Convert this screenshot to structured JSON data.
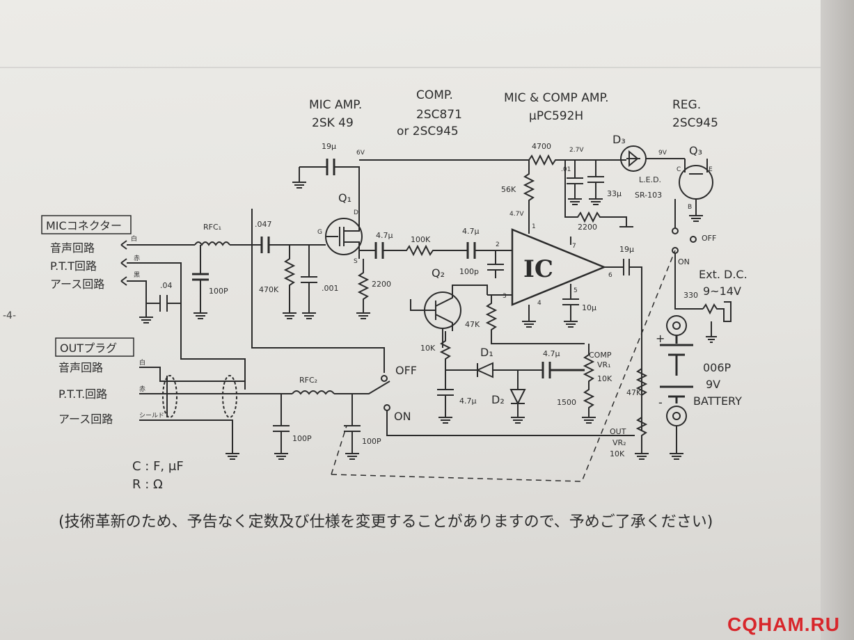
{
  "headers": {
    "mic_amp": "MIC AMP.",
    "mic_amp_part": "2SK 49",
    "comp": "COMP.",
    "comp_part1": "2SC871",
    "comp_part2": "or 2SC945",
    "mic_comp_amp": "MIC & COMP AMP.",
    "mic_comp_amp_part": "μPC592H",
    "reg": "REG.",
    "reg_part": "2SC945"
  },
  "connectors": {
    "mic": "MICコネクター",
    "out": "OUTプラグ",
    "mic_audio": "音声回路",
    "mic_ptt": "P.T.T回路",
    "mic_earth": "アース回路",
    "out_audio": "音声回路",
    "out_ptt": "P.T.T.回路",
    "out_earth": "アース回路",
    "white1": "白",
    "red1": "赤",
    "black1": "黒",
    "white2": "白",
    "red2": "赤",
    "shield": "シールド"
  },
  "components": {
    "rfc1": "RFC₁",
    "rfc2": "RFC₂",
    "c047": ".047",
    "c04": ".04",
    "c100p_1": "100P",
    "c100p_2": "100P",
    "c100p_3": "100P",
    "c100p_4": "100p",
    "r470k": "470K",
    "c001": ".001",
    "r2200_1": "2200",
    "r2200_2": "2200",
    "c19u_1": "19μ",
    "c19u_2": "19μ",
    "c47u_1": "4.7μ",
    "c47u_2": "4.7μ",
    "c47u_3": "4.7μ",
    "c47u_4": "4.7μ",
    "r100k": "100K",
    "r56k": "56K",
    "r4700": "4700",
    "c01": ".01",
    "c33u": "33μ",
    "c10u": "10μ",
    "r47k_1": "47K",
    "r47k_2": "47K",
    "r10k": "10K",
    "r330": "330",
    "r1500": "1500",
    "d1": "D₁",
    "d2": "D₂",
    "d3": "D₃",
    "q1": "Q₁",
    "q2": "Q₂",
    "q3": "Q₃",
    "ic": "IC",
    "led": "L.E.D.",
    "led_part": "SR-103",
    "comp_vr": "COMP",
    "vr1": "VR₁",
    "vr1_val": "10K",
    "out_vr": "OUT",
    "vr2": "VR₂",
    "vr2_val": "10K",
    "off1": "OFF",
    "on1": "ON",
    "off2": "OFF",
    "on2": "ON",
    "ext_dc": "Ext. D.C.",
    "ext_dc_range": "9~14V",
    "battery_type": "006P",
    "battery_volt": "9V",
    "battery": "BATTERY",
    "v6": "6V",
    "v27": "2.7V",
    "v9": "9V",
    "v47": "4.7V",
    "pin1": "1",
    "pin2": "2",
    "pin3": "3",
    "pin4": "4",
    "pin5": "5",
    "pin6": "6",
    "pin7": "7",
    "g": "G",
    "d": "D",
    "s": "S",
    "c": "C",
    "e": "E",
    "b": "B"
  },
  "legend": {
    "c_units": "C : F, μF",
    "r_units": "R : Ω"
  },
  "note": "(技術革新のため、予告なく定数及び仕様を変更することがありますので、予めご了承ください)",
  "page_mark": "-4-",
  "watermark": "CQHAM.RU",
  "colors": {
    "ink": "#2b2b2b",
    "paper": "#e8e7e3",
    "watermark": "#d8262b"
  }
}
